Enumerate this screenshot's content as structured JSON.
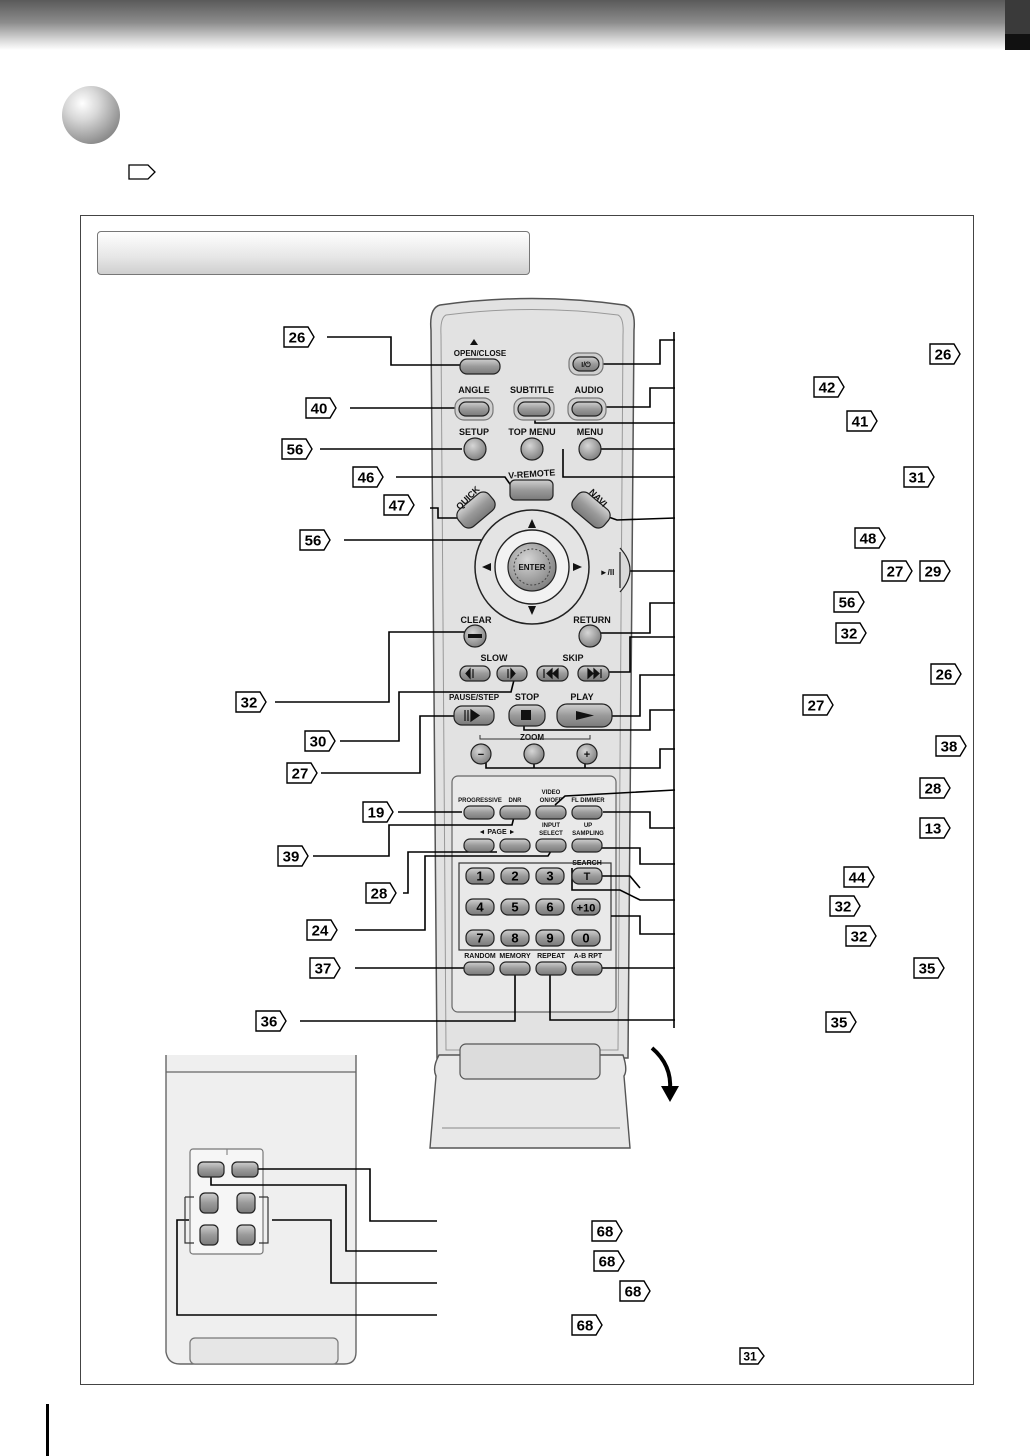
{
  "remote": {
    "buttons": {
      "open_close": "OPEN/CLOSE",
      "angle": "ANGLE",
      "subtitle": "SUBTITLE",
      "audio": "AUDIO",
      "setup": "SETUP",
      "top_menu": "TOP MENU",
      "menu": "MENU",
      "v_remote": "V-REMOTE",
      "quick": "QUICK",
      "navi": "NAVI",
      "enter": "ENTER",
      "clear": "CLEAR",
      "return": "RETURN",
      "slow": "SLOW",
      "skip": "SKIP",
      "pause_step": "PAUSE/STEP",
      "stop": "STOP",
      "play": "PLAY",
      "zoom": "ZOOM",
      "zoom_minus": "−",
      "zoom_plus": "+",
      "progressive": "PROGRESSIVE",
      "dnr": "DNR",
      "video_on_off_1": "VIDEO",
      "video_on_off_2": "ON/OFF",
      "fl_dimmer": "FL DIMMER",
      "page": "◄ PAGE ►",
      "input_select_1": "INPUT",
      "input_select_2": "SELECT",
      "up_sampling_1": "UP",
      "up_sampling_2": "SAMPLING",
      "search": "SEARCH",
      "search_key": "T",
      "jog_symbol": "►/II",
      "power_symbol": "I/⏻",
      "random": "RANDOM",
      "memory": "MEMORY",
      "repeat": "REPEAT",
      "a_b_rpt": "A-B RPT"
    },
    "numeric_keys": [
      "1",
      "2",
      "3",
      "4",
      "5",
      "6",
      "+10",
      "7",
      "8",
      "9",
      "0"
    ]
  },
  "page_refs": {
    "open_close": "26",
    "angle": "40",
    "setup": "56",
    "v_remote": "46",
    "quick": "47",
    "enter": "56",
    "clear": "32",
    "slow": "30",
    "pause_step": "27",
    "progressive": "19",
    "dnr": "39",
    "page": "28",
    "input_select": "24",
    "random": "37",
    "memory": "36",
    "power": "26",
    "audio": "42",
    "subtitle": "41",
    "top_menu": "31",
    "navi": "48",
    "jog_1": "27",
    "jog_2": "29",
    "return": "56",
    "skip": "32",
    "play": "26",
    "stop": "27",
    "zoom": "38",
    "video_on_off": "28",
    "fl_dimmer": "13",
    "search": "44",
    "numeric": "32",
    "zero": "32",
    "repeat": "35",
    "a_b_rpt": "35",
    "cover_1": "68",
    "cover_2": "68",
    "cover_3": "68",
    "cover_4": "68",
    "footnote": "31"
  }
}
